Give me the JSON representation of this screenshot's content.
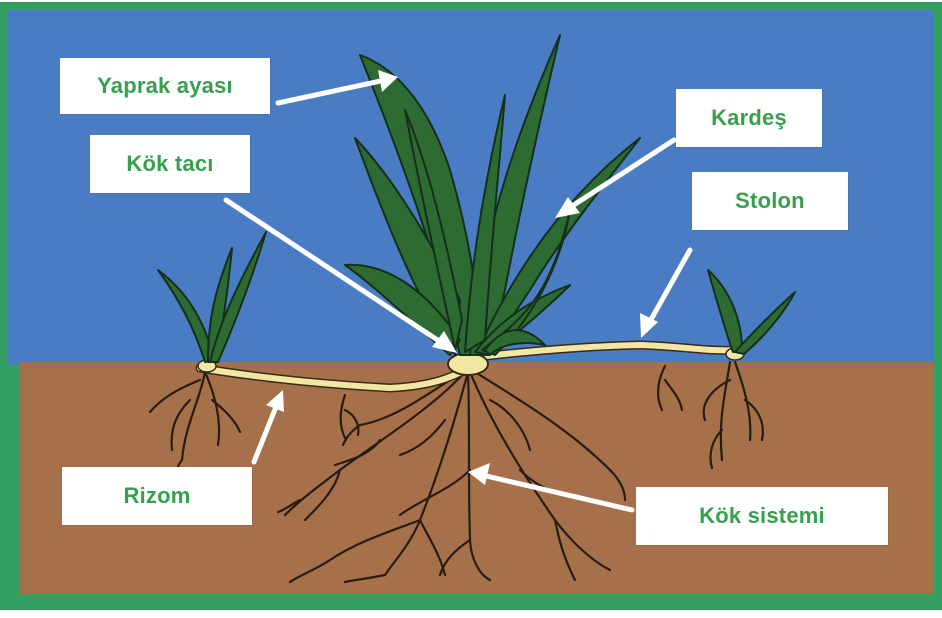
{
  "colors": {
    "frame": "#33a062",
    "sky": "#4a7cc4",
    "soil": "#a6714a",
    "leaf": "#2e6b33",
    "leaf_outline": "#14301a",
    "stolon": "#f2e6a4",
    "root": "#2a1c10",
    "label_text": "#37a04d",
    "arrow": "#ffffff"
  },
  "labels": {
    "leaf_blade": "Yaprak ayası",
    "crown": "Kök tacı",
    "tiller": "Kardeş",
    "stolon": "Stolon",
    "rhizome": "Rizom",
    "root_system": "Kök sistemi"
  }
}
